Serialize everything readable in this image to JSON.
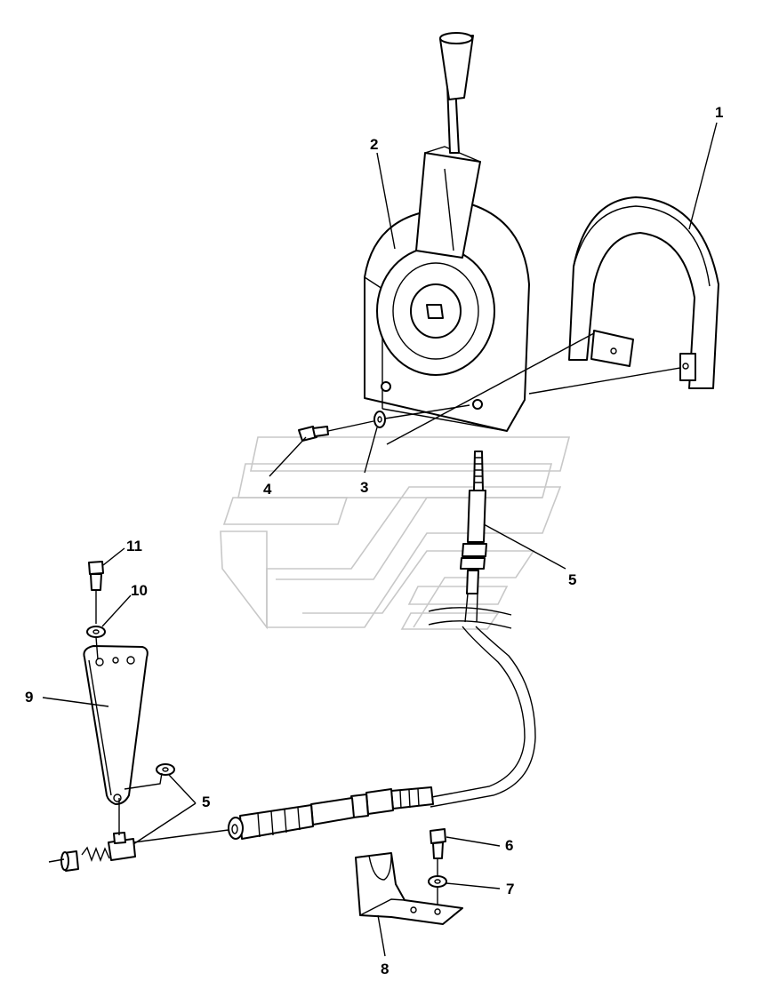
{
  "callouts": [
    {
      "id": "1",
      "text": "1"
    },
    {
      "id": "2",
      "text": "2"
    },
    {
      "id": "3",
      "text": "3"
    },
    {
      "id": "4",
      "text": "4"
    },
    {
      "id": "5a",
      "text": "5"
    },
    {
      "id": "5b",
      "text": "5"
    },
    {
      "id": "6",
      "text": "6"
    },
    {
      "id": "7",
      "text": "7"
    },
    {
      "id": "8",
      "text": "8"
    },
    {
      "id": "9",
      "text": "9"
    },
    {
      "id": "10",
      "text": "10"
    },
    {
      "id": "11",
      "text": "11"
    }
  ],
  "watermark_text": "",
  "colors": {
    "ink": "#000000",
    "watermark": "#c8c8c8",
    "background": "#ffffff"
  }
}
